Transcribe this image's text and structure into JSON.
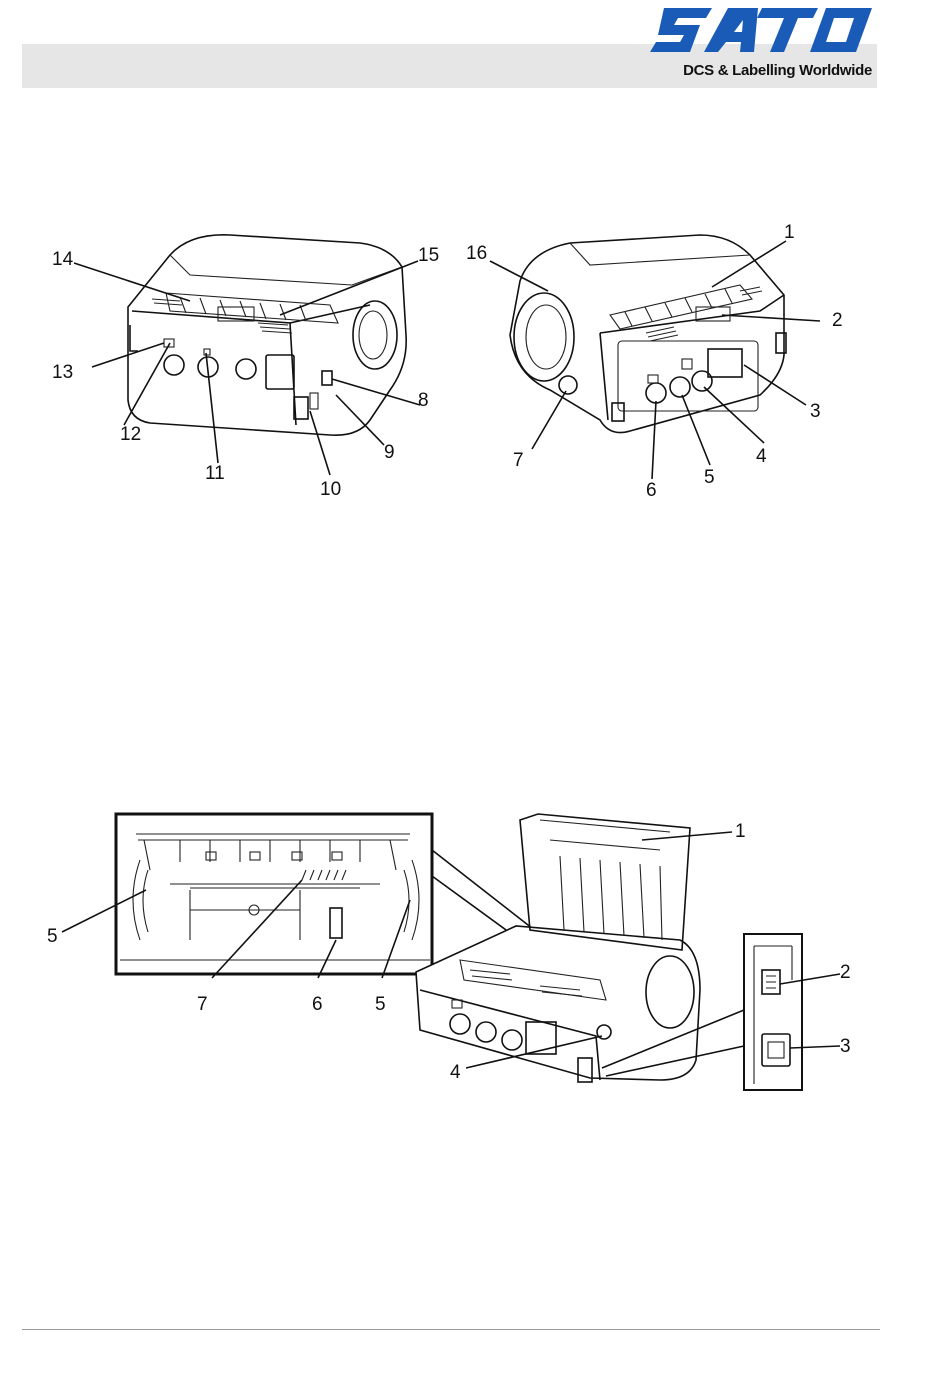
{
  "header": {
    "brand": "SATO",
    "tagline": "DCS & Labelling Worldwide",
    "brand_color": "#1a5bb8",
    "bar_color": "#e6e6e6"
  },
  "figure_top_left": {
    "callouts": [
      "14",
      "15",
      "13",
      "12",
      "11",
      "10",
      "9",
      "8"
    ]
  },
  "figure_top_right": {
    "callouts": [
      "16",
      "1",
      "2",
      "3",
      "4",
      "5",
      "6",
      "7"
    ]
  },
  "figure_bottom": {
    "inset_callouts": [
      "5",
      "7",
      "6",
      "5"
    ],
    "printer_callouts": [
      "1",
      "4"
    ],
    "port_callouts": [
      "2",
      "3"
    ]
  }
}
